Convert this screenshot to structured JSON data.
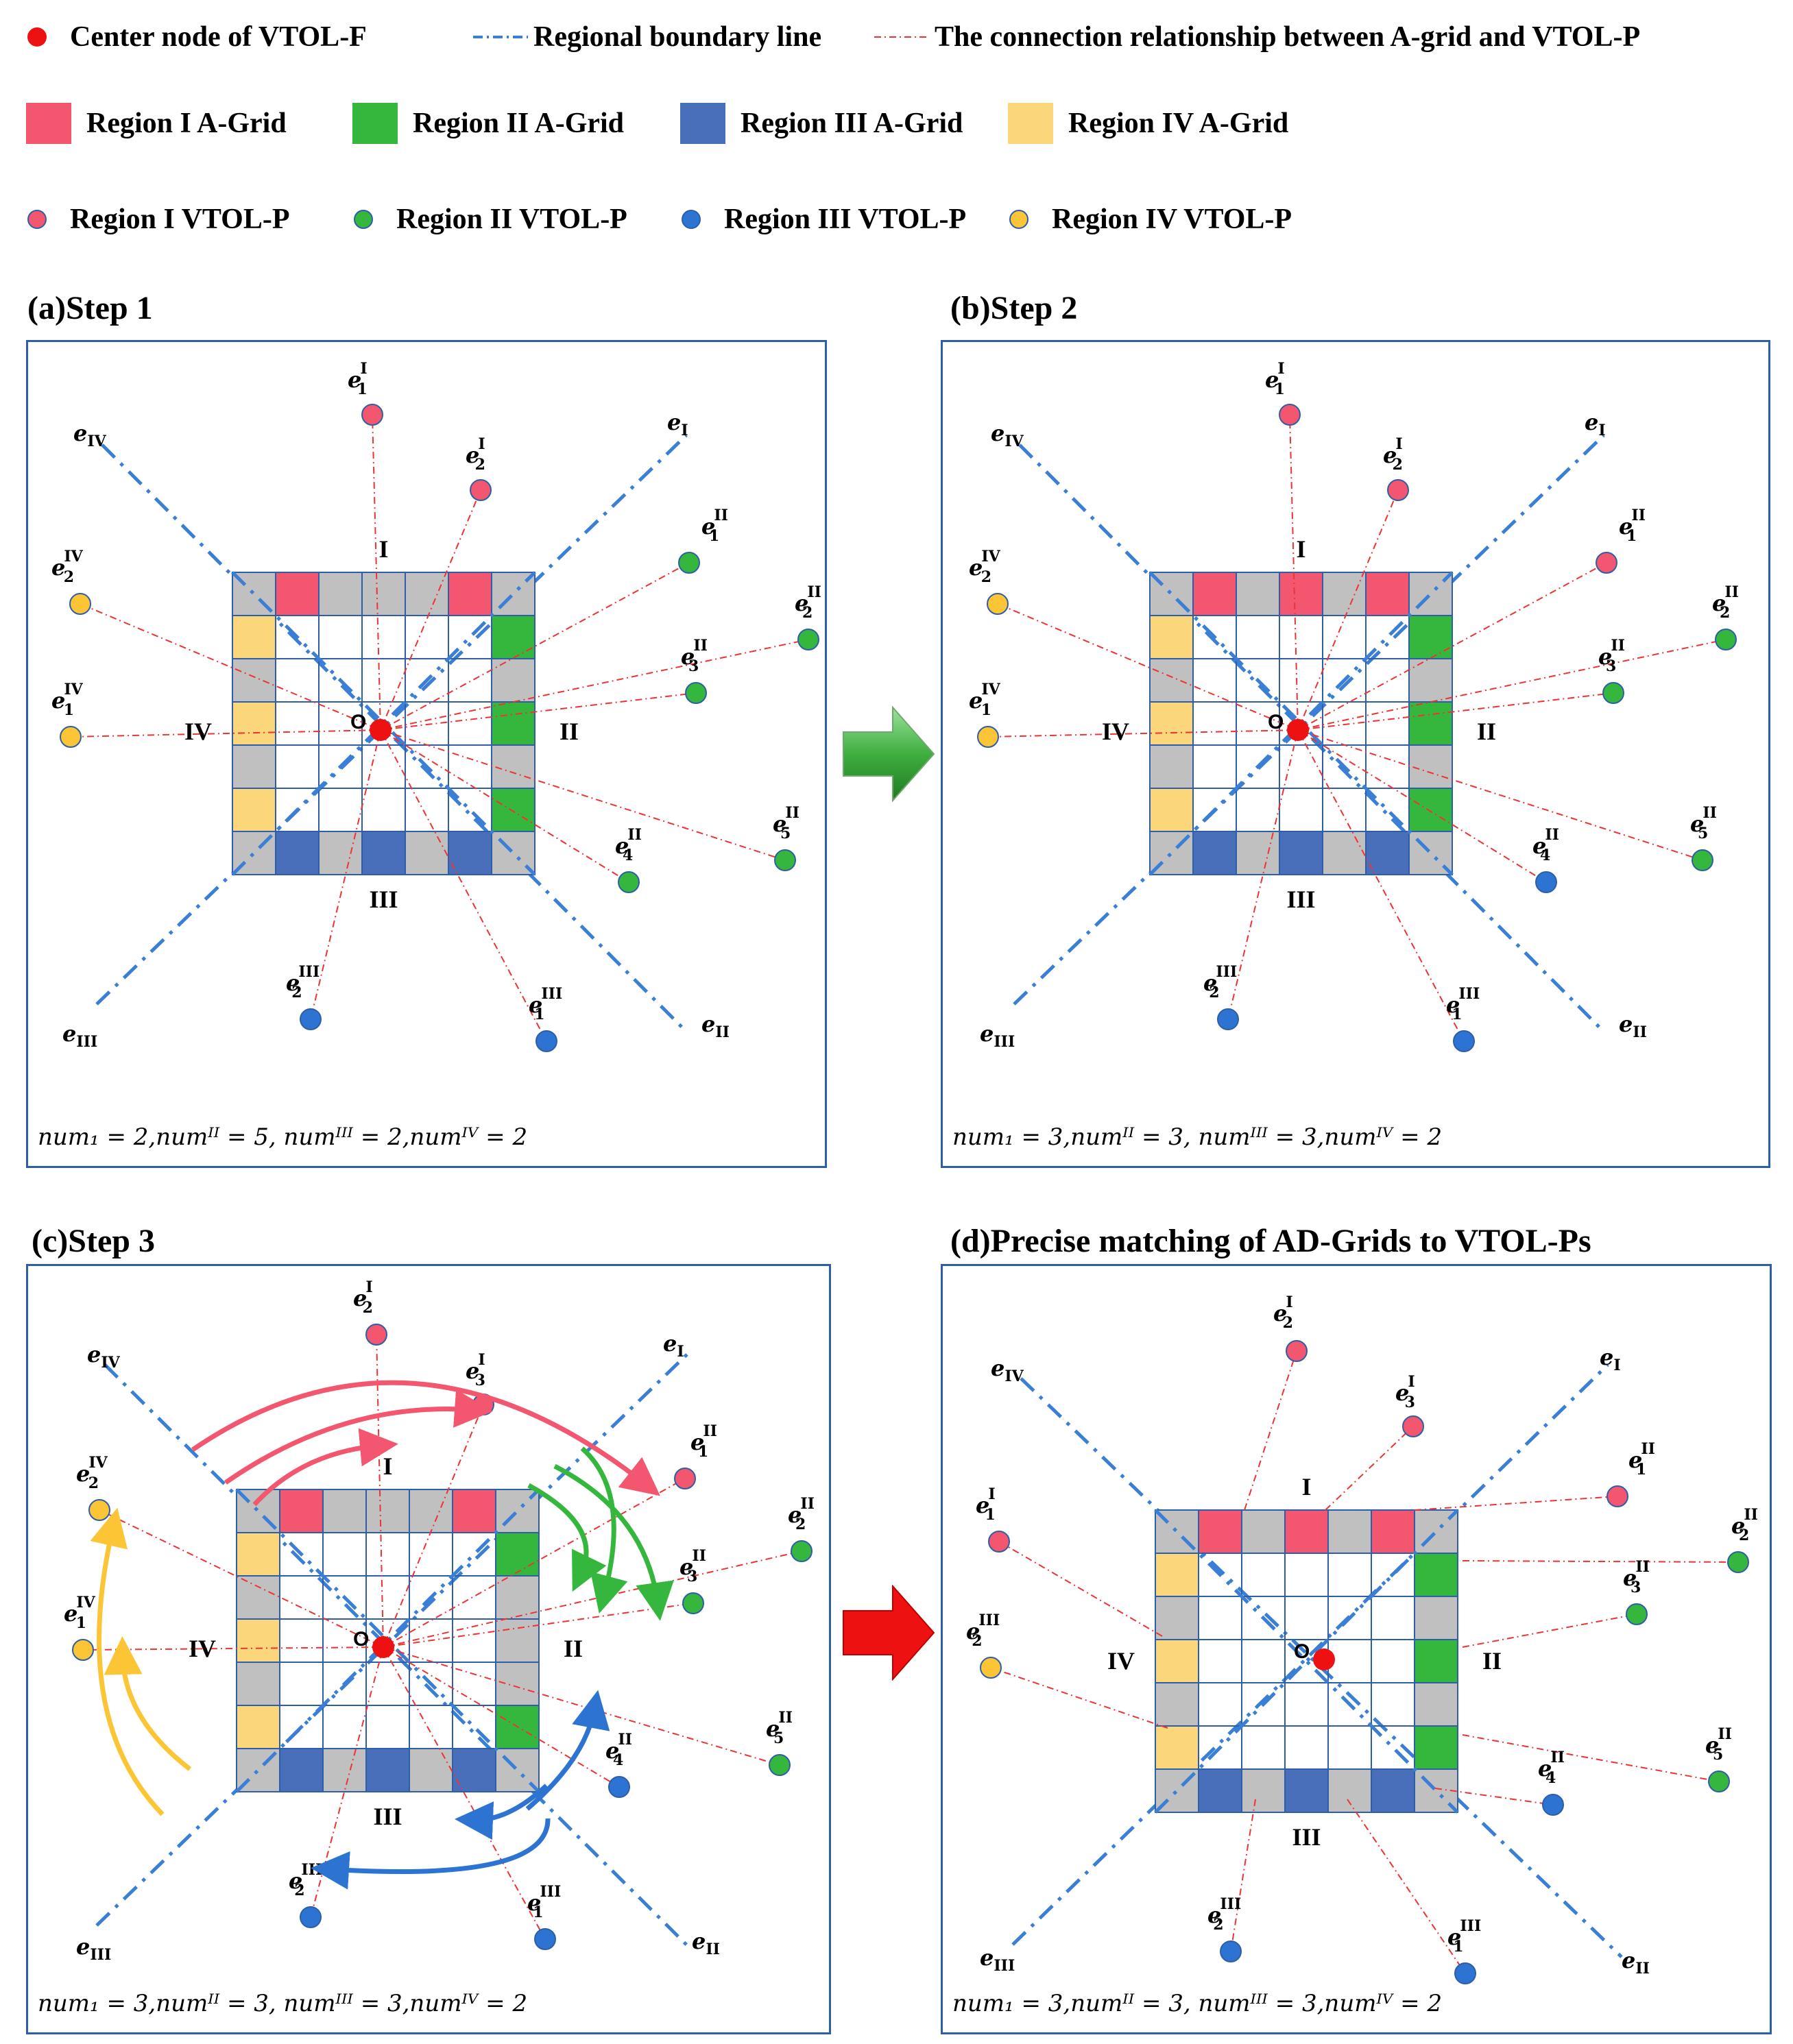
{
  "legend": {
    "row1": [
      {
        "label": "Center node of VTOL-F",
        "kind": "center-dot",
        "color": "#ee1111"
      },
      {
        "label": "Regional boundary line",
        "kind": "dashdot-line",
        "color": "#3a7fd5"
      },
      {
        "label": "The connection relationship between A-grid and VTOL-P",
        "kind": "red-dashdot-line",
        "color": "#ee3333"
      }
    ],
    "row2": [
      {
        "label": "Region I A-Grid",
        "color": "#f2576f"
      },
      {
        "label": "Region II A-Grid",
        "color": "#35b73e"
      },
      {
        "label": "Region III A-Grid",
        "color": "#4a6fba"
      },
      {
        "label": "Region IV A-Grid",
        "color": "#fbd67a"
      }
    ],
    "row3": [
      {
        "label": "Region I VTOL-P",
        "color": "#f2576f"
      },
      {
        "label": "Region II VTOL-P",
        "color": "#35b73e"
      },
      {
        "label": "Region III VTOL-P",
        "color": "#2d74d2"
      },
      {
        "label": "Region IV VTOL-P",
        "color": "#fbc536"
      }
    ]
  },
  "panels": [
    {
      "title": "(a)Step 1",
      "note": "num₁ = 2,numᴵᴵ = 5, numᴵᴵᴵ = 2,numᴵⱽ = 2"
    },
    {
      "title": "(b)Step 2",
      "note": "num₁ = 3,numᴵᴵ = 3, numᴵᴵᴵ = 3,numᴵⱽ = 2"
    },
    {
      "title": "(c)Step 3",
      "note": "num₁ = 3,numᴵᴵ = 3, numᴵᴵᴵ = 3,numᴵⱽ = 2"
    },
    {
      "title": "(d)Precise matching of AD-Grids to VTOL-Ps",
      "note": "num₁ = 3,numᴵᴵ = 3, numᴵᴵᴵ = 3,numᴵⱽ = 2"
    }
  ],
  "labels": {
    "regions": {
      "I": "I",
      "II": "II",
      "III": "III",
      "IV": "IV"
    },
    "center": "O",
    "boundary": {
      "e1": "I",
      "e2": "II",
      "e3": "III",
      "e4": "IV"
    }
  },
  "colors": {
    "grid_gray": "#c0c0c0",
    "grid_line": "#2e5ea8",
    "boundary": "#3a7fd5",
    "connection": "#ee3333",
    "center": "#ee1111",
    "arrow_step2": "#3fae3f",
    "arrow_step3": "#ee1111"
  }
}
